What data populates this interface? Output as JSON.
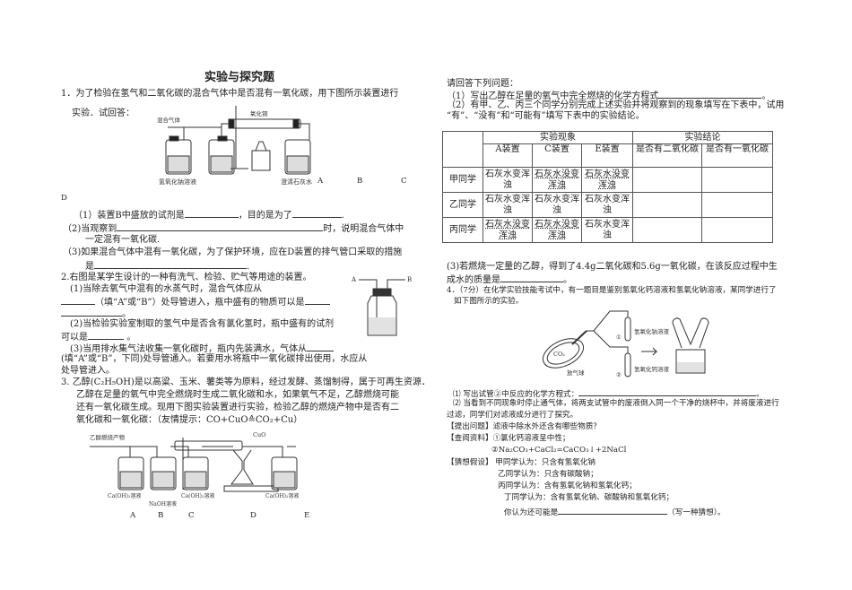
{
  "title": "实验与探究题",
  "q1": {
    "stem1": "1．为了检验在氢气和二氧化碳的混合气体中是否混有一氧化碳，用下图所示装置进行",
    "stem2": "实验．试回答：",
    "diagram_labels": {
      "inlet": "混合气体",
      "cuo": "氧化铜",
      "naoh": "氢氧化钠溶液",
      "limewater": "澄清石灰水"
    },
    "letters": [
      "A",
      "B",
      "C",
      "D"
    ],
    "p1a": "（1）装置B中盛放的试剂是",
    "p1b": "，目的是为了",
    "p1c": ".",
    "p2a": "（2)当观察到",
    "p2b": "时，说明混合气体中",
    "p2c": "一定混有一氧化碳.",
    "p3a": "（3)如果混合气体中混有一氧化碳，为了保护环境，应在D装置的排气管口采取的措施",
    "p3b": "是",
    "p3c": "."
  },
  "q2": {
    "stem": "2.右图是某学生设计的一种有洗气、检验、贮气等用途的装置。",
    "p1a": "(1)当除去氧气中混有的水蒸气时，混合气体应从",
    "p1b": "（填“A”或“B”）处导管进入，瓶中盛有的物质可以是",
    "p1c": "。",
    "p2a": "(2)当检验实验室制取的氢气中是否含有氯化氢时，瓶中盛有的试剂",
    "p2b": "可以是",
    "p2c": "。",
    "p3a": "(3)当用排水集气法收集一氧化碳时，瓶内先装满水，气体从",
    "p3b": "(填“A”或“B”，下同)处导管通入。若要用水将瓶中一氧化碳排出使用，水应从",
    "p3c": "处导管进入。",
    "diagram_labels": [
      "A",
      "B"
    ]
  },
  "q3": {
    "l1": "3. 乙醇(C₂H₅OH)是以高粱、玉米、薯类等为原料，经过发酵、蒸馏制得，属于可再生资源．",
    "l2": "乙醇在足量的氧气中完全燃烧时生成二氧化碳和水，如果氧气不足，乙醇燃烧可能",
    "l3": "还有一氧化碳生成。现用下图实验装置进行实验，检验乙醇的燃烧产物中是否有二",
    "l4": "氧化碳和一氧化碳：（友情提示：CO+CuO≙CO₂+Cu）",
    "diagram_labels": {
      "inlet": "乙醇燃烧产物",
      "cuo": "CuO",
      "a": "Ca(OH)₂溶液",
      "b": "NaOH溶液",
      "c": "Ca(OH)₂溶液",
      "e": "Ca(OH)₂溶液"
    },
    "letters": [
      "A",
      "B",
      "C",
      "D",
      "E"
    ],
    "ask": "请回答下列问题：",
    "p1a": "（1）写出乙醇在足量的氧气中完全燃烧的化学方程式",
    "p1b": "。",
    "p2a": "（2）有甲、乙、丙三个同学分别完成上述实验并将观察到的现象填写在下表中，试用",
    "p2b": "“有”、“没有”和“可能有”填写下表中的实验结论。",
    "table": {
      "group_headers": [
        "实验现象",
        "实验结论"
      ],
      "col_headers": [
        "A装置",
        "C装置",
        "E装置",
        "是否有二氧化碳",
        "是否有一氧化碳"
      ],
      "rows": [
        {
          "name": "甲同学",
          "cells": [
            "石灰水变浑浊",
            "石灰水没变浑浊",
            "石灰水没变浑浊",
            "",
            ""
          ]
        },
        {
          "name": "乙同学",
          "cells": [
            "石灰水变浑浊",
            "石灰水变浑浊",
            "石灰水变浑浊",
            "",
            ""
          ]
        },
        {
          "name": "丙同学",
          "cells": [
            "石灰水没变浑浊",
            "石灰水没变浑浊",
            "石灰水变浑浊",
            "",
            ""
          ]
        }
      ]
    },
    "p3a": "(3)若燃烧一定量的乙醇，得到了4.4g二氧化碳和5.6g一氧化碳，在该反应过程中生",
    "p3b": "成水的质量是",
    "p3c": "。"
  },
  "q4": {
    "l1": "4．（7分）在化学实验技能考试中，有一题目是鉴别氢氧化钙溶液和氢氧化钠溶液，某同学进行了",
    "l2": "如下图所示的实验。",
    "diagram_labels": {
      "co2": "CO₂",
      "balloon": "放气球",
      "t1": "①",
      "t1_sol": "氢氧化钠溶液",
      "t2": "②",
      "t2_sol": "氢氧化钙溶液"
    },
    "p1a": "⑴ 写出试管②中反应的化学方程式：",
    "p1b": "。",
    "p2a": "⑵ 当看到不同现象时停止通气体，将两支试管中的废液倒入同一个干净的烧杯中，并将废液进行",
    "p2b": "过滤，同学们对滤液成分进行了探究。",
    "question": "【提出问题】滤液中除水外还含有哪些物质？",
    "ref1": "【查阅资料】①氯化钙溶液呈中性；",
    "ref2": "②Na₂CO₃+CaCl₂=CaCO₃↓+2NaCl",
    "hyp0": "【猜想假设】 甲同学认为：只含有氢氧化钠",
    "hyp1": "乙同学认为：只含有碳酸钠；",
    "hyp2": "丙同学认为：含有氢氧化钠和氢氧化钙；",
    "hyp3": "丁同学认为：含有氢氧化钠、碳酸钠和氢氧化钙；",
    "hyp4a": "你认为还可能是",
    "hyp4b": "（写一种猜想）。"
  }
}
